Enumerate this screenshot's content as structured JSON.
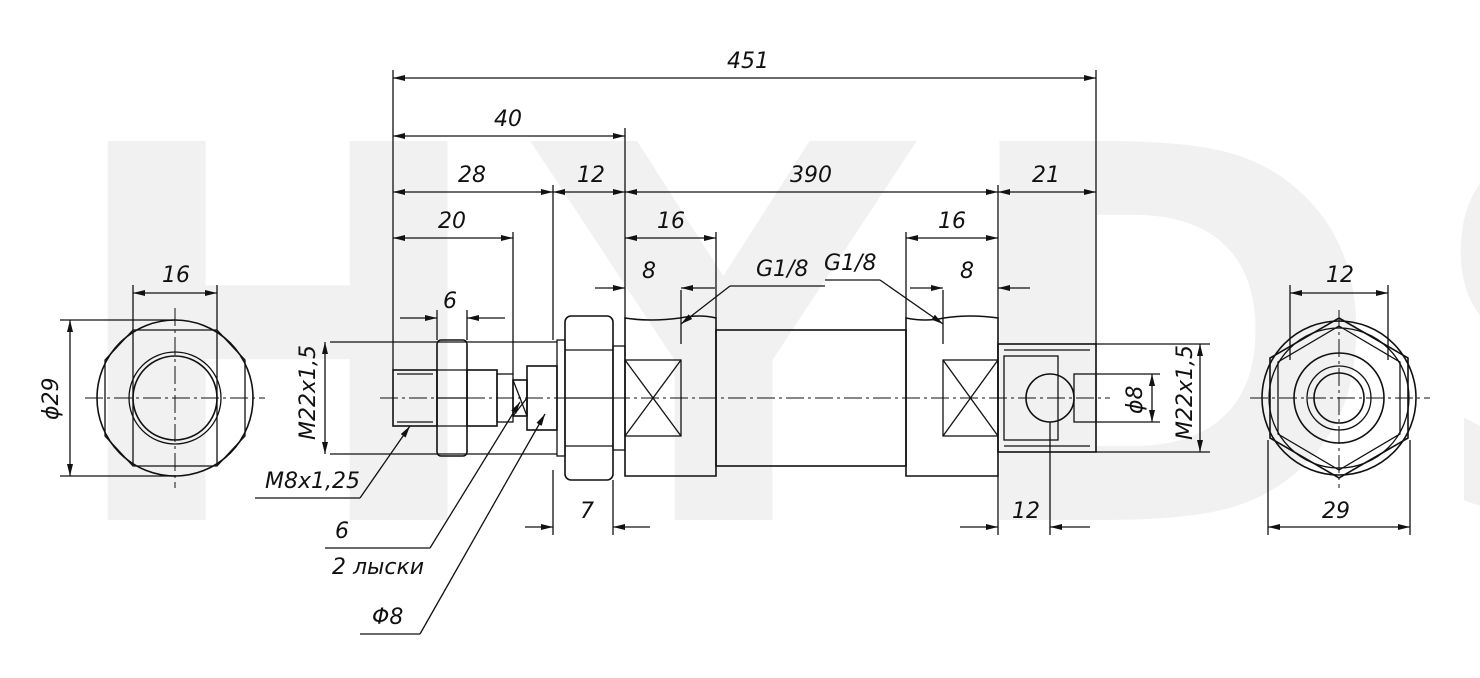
{
  "watermark": "HYDS",
  "dimensions": {
    "overall": "451",
    "rod_end": "40",
    "thread_end": "28",
    "nut_zone": "12",
    "body": "390",
    "clevis_zone": "21",
    "thread_len": "20",
    "port_left_16": "16",
    "port_right_16": "16",
    "port_left_8": "8",
    "port_right_8": "8",
    "nut_6": "6",
    "nut_7": "7",
    "clevis_12": "12",
    "left_view_16": "16",
    "left_view_dia": "ϕ29",
    "right_view_12": "12",
    "right_view_29": "29",
    "m22_left": "M22x1,5",
    "m22_right": "M22x1,5",
    "pin_dia": "ϕ8"
  },
  "callouts": {
    "port_left": "G1/8",
    "port_right": "G1/8",
    "thread": "M8x1,25",
    "flat_size": "6",
    "flats": "2 лыски",
    "rod_dia": "Φ8"
  }
}
